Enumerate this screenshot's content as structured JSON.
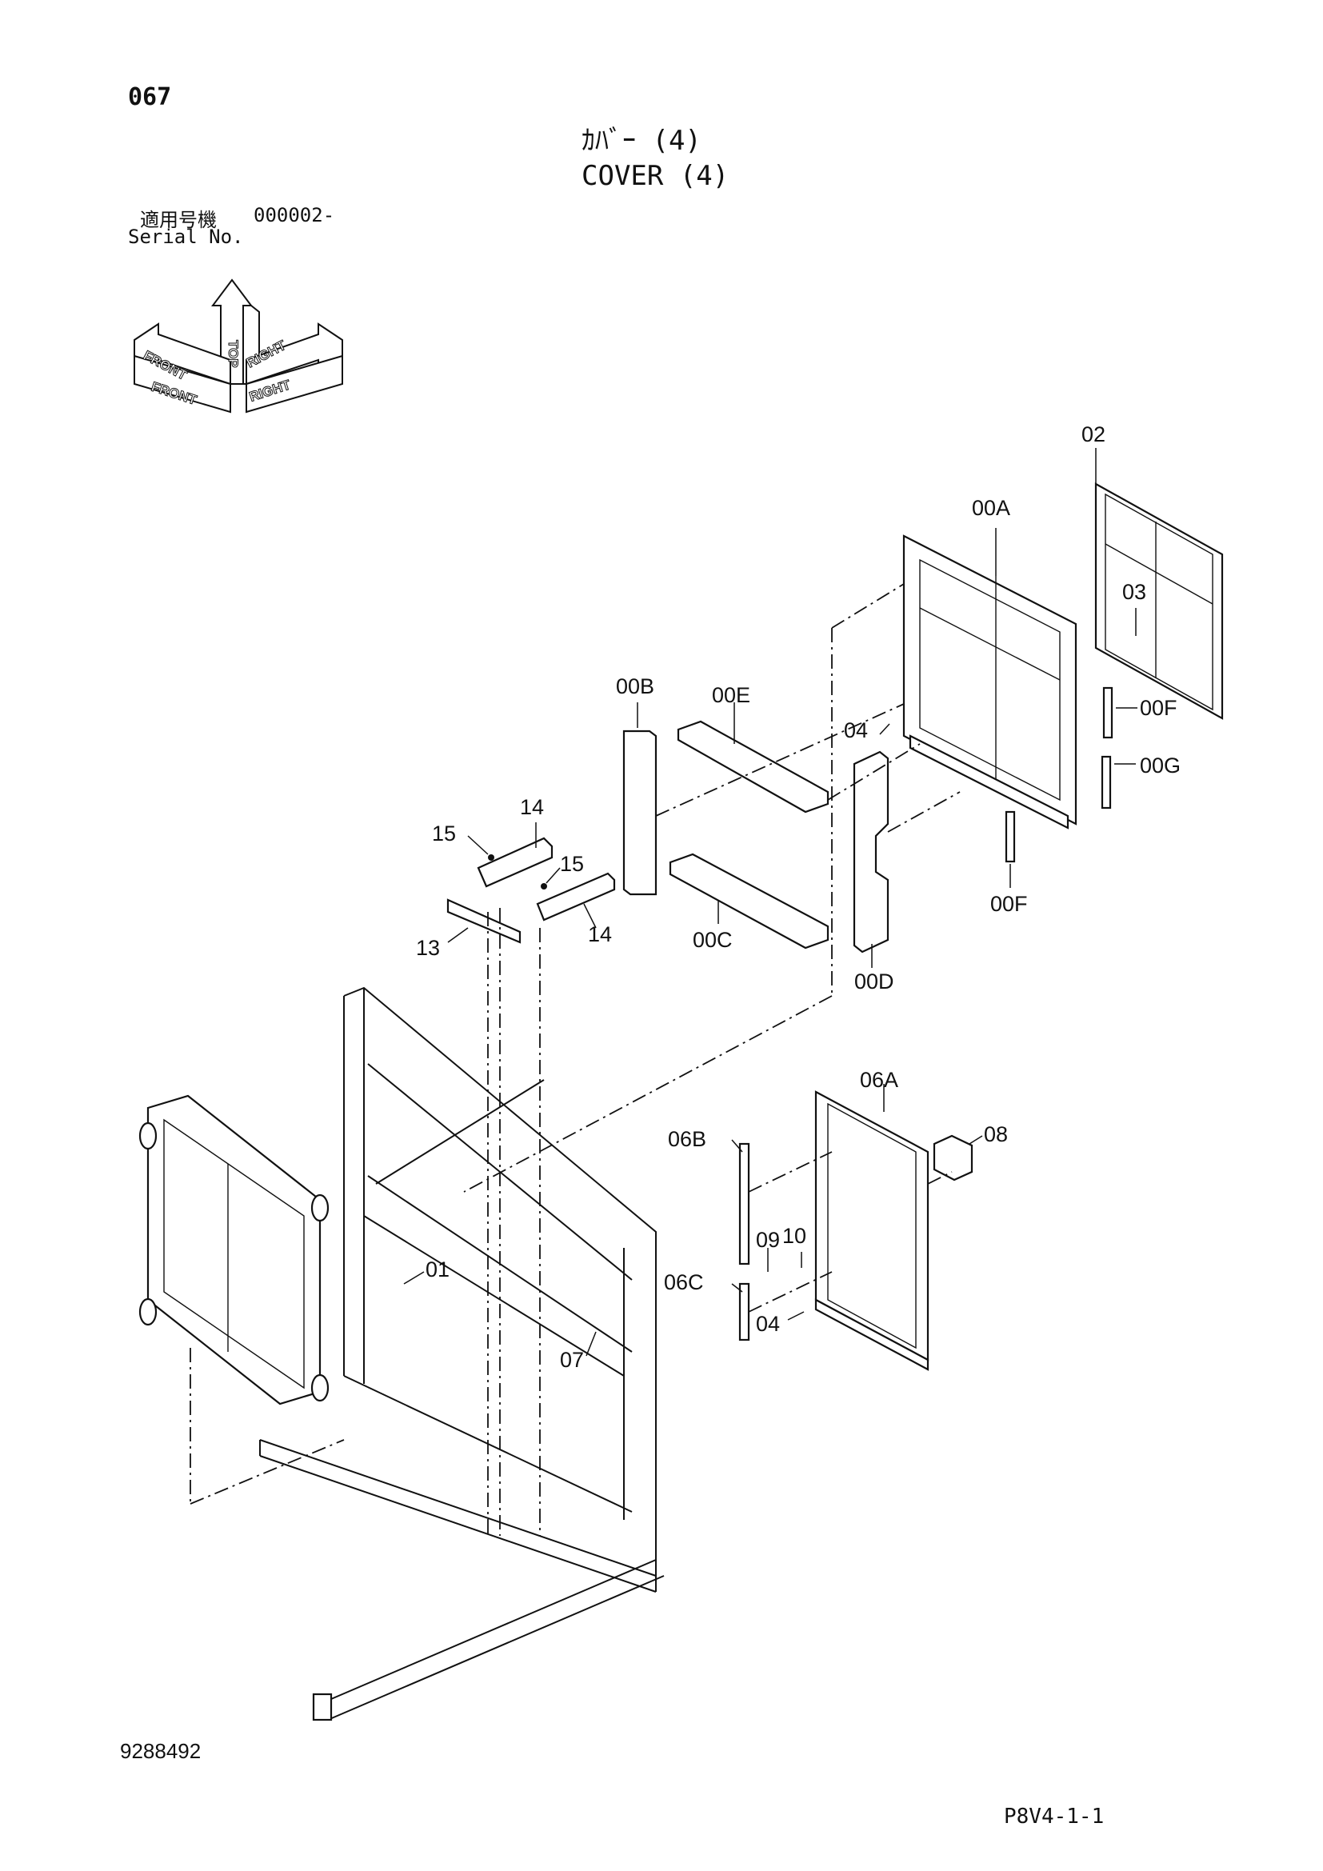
{
  "page_number": "067",
  "title_jp": "ｶﾊﾞｰ (4)",
  "title_en": "COVER (4)",
  "serial": {
    "label_jp": "適用号機",
    "value": "000002-",
    "label_en": "Serial No."
  },
  "orientation": {
    "front": "FRONT",
    "top": "TOP",
    "right": "RIGHT"
  },
  "callouts": [
    "02",
    "00A",
    "03",
    "00F",
    "00G",
    "04",
    "00B",
    "00E",
    "14",
    "15",
    "13",
    "00C",
    "00D",
    "06A",
    "08",
    "06B",
    "09",
    "10",
    "06C",
    "01",
    "07"
  ],
  "drawing_number": "9288492",
  "page_code": "P8V4-1-1"
}
